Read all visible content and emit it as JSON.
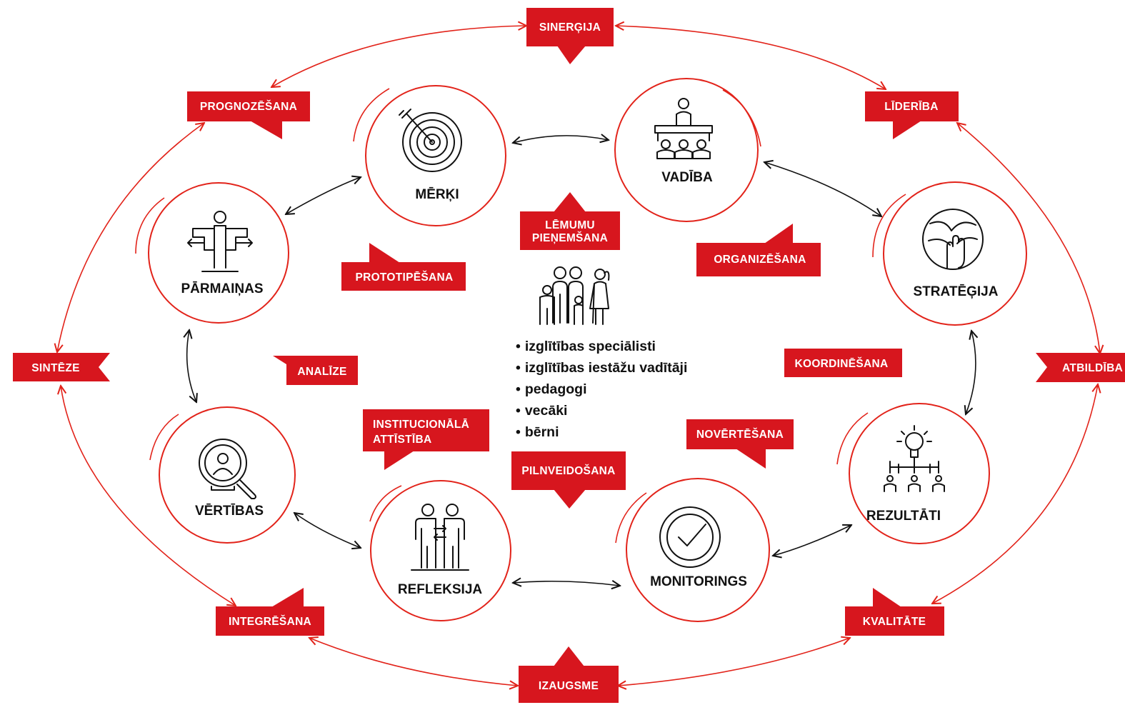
{
  "nodes": {
    "merki": "MĒRĶI",
    "vadiba": "VADĪBA",
    "parmainas": "PĀRMAIŅAS",
    "strategija": "STRATĒĢIJA",
    "vertibas": "VĒRTĪBAS",
    "rezultati": "REZULTĀTI",
    "refleksija": "REFLEKSIJA",
    "monitorings": "MONITORINGS"
  },
  "outer_tags": {
    "sinergija": "SINERĢIJA",
    "prognozesana": "PROGNOZĒŠANA",
    "lideriba": "LĪDERĪBA",
    "sinteze": "SINTĒZE",
    "atbildiba": "ATBILDĪBA",
    "integresana": "INTEGRĒŠANA",
    "kvalitate": "KVALITĀTE",
    "izaugsme": "IZAUGSME"
  },
  "inner_tags": {
    "lemumu_1": "LĒMUMU",
    "lemumu_2": "PIEŅEMŠANA",
    "prototipesana": "PROTOTIPĒŠANA",
    "organizesana": "ORGANIZĒŠANA",
    "analize": "ANALĪZE",
    "koordinesana": "KOORDINĒŠANA",
    "institucionala_1": "INSTITUCIONĀLĀ",
    "institucionala_2": "ATTĪSTĪBA",
    "novertesana": "NOVĒRTĒŠANA",
    "pilnveidosana": "PILNVEIDOŠANA"
  },
  "audience": [
    "izglītības speciālisti",
    "izglītības iestāžu vadītāji",
    "pedagogi",
    "vecāki",
    "bērni"
  ],
  "colors": {
    "accent": "#d7161e",
    "line": "#e2231a",
    "text": "#111111"
  },
  "icons": [
    "target-icon",
    "meeting-icon",
    "crossroads-icon",
    "teamwork-hands-icon",
    "magnifier-person-icon",
    "idea-network-icon",
    "exchange-people-icon",
    "check-circle-icon",
    "family-icon"
  ]
}
